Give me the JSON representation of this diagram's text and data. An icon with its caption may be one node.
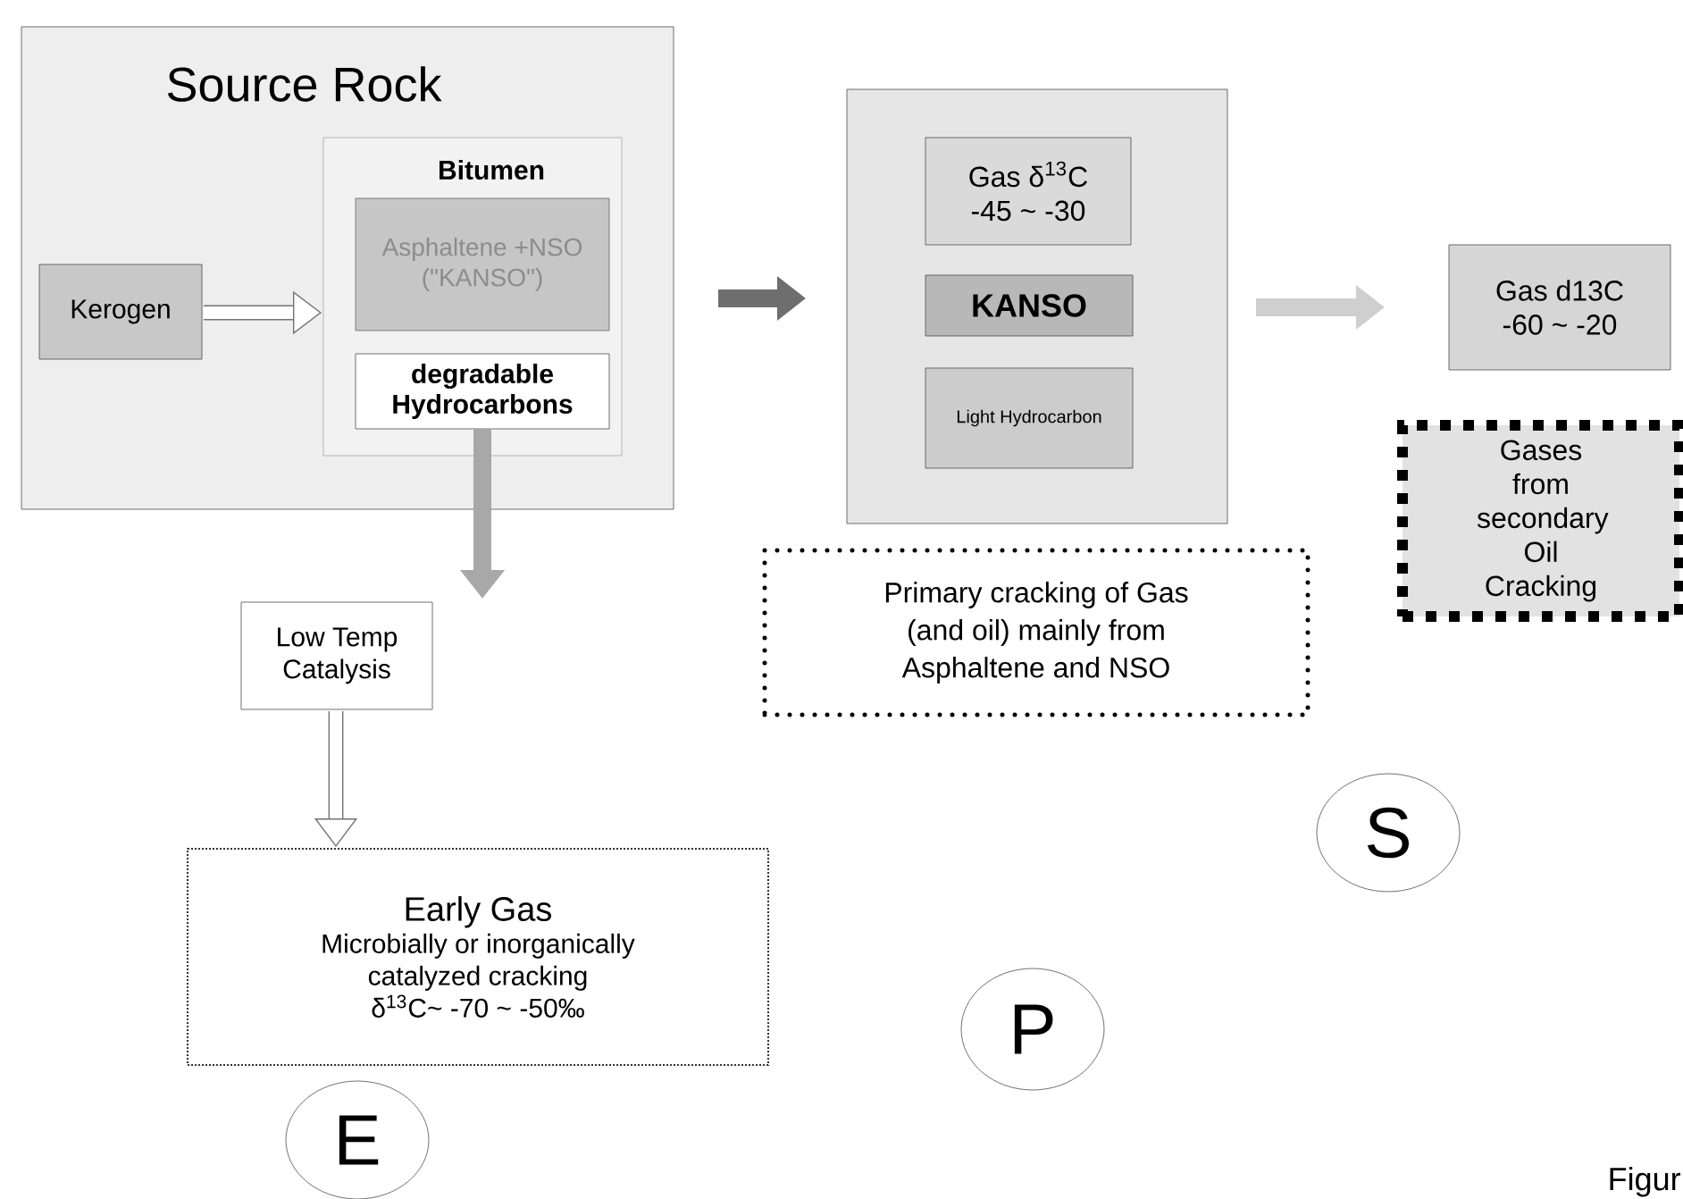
{
  "diagram": {
    "nodes": [
      {
        "text": [
          "Source Rock"
        ]
      },
      {
        "text": [
          "Kerogen"
        ],
        "in": 0
      },
      {
        "text": [
          "Bitumen"
        ],
        "in": 0
      },
      {
        "text": [
          "Asphaltene +NSO (\"KANSO\")"
        ],
        "in": 2
      },
      {
        "text": [
          "degradable Hydrocarbons"
        ],
        "in": 2
      },
      {
        "text": [
          "Low Temp Catalysis"
        ]
      },
      {
        "text": [
          "Early Gas",
          "Microbially or inorganically catalyzed cracking",
          "δ$^{13}$C~ -70 ~ -50‰"
        ]
      },
      {
        "text": [
          "E"
        ]
      },
      {
        "text": [],
        "shape": "box"
      },
      {
        "text": [
          "Gas δ$^{13}$C -45 ~ -30"
        ],
        "in": 8
      },
      {
        "text": [
          "KANSO"
        ],
        "in": 8
      },
      {
        "text": [
          "Light Hydrocarbon"
        ],
        "in": 8
      },
      {
        "text": [
          "Primary cracking of Gas (and oil) mainly from Asphaltene and NSO"
        ]
      },
      {
        "text": [
          "P"
        ]
      },
      {
        "text": [
          "Gas d13C -60 ~ -20"
        ]
      },
      {
        "text": [
          "Gases from secondary Oil Cracking"
        ]
      },
      {
        "text": [
          "S"
        ]
      }
    ],
    "edges": [
      {
        "from": 1,
        "to": 2,
        "arrow": "to"
      },
      {
        "from": 4,
        "to": 5,
        "arrow": "to",
        "color": "#a8a8a8"
      },
      {
        "from": 5,
        "to": 6,
        "arrow": "to"
      },
      {
        "from": 0,
        "to": 8,
        "arrow": "to",
        "color": "#6e6e6e"
      },
      {
        "from": 8,
        "to": 14,
        "arrow": "to",
        "color": "#cfcfcf"
      }
    ],
    "labels": [
      "Figur"
    ]
  }
}
